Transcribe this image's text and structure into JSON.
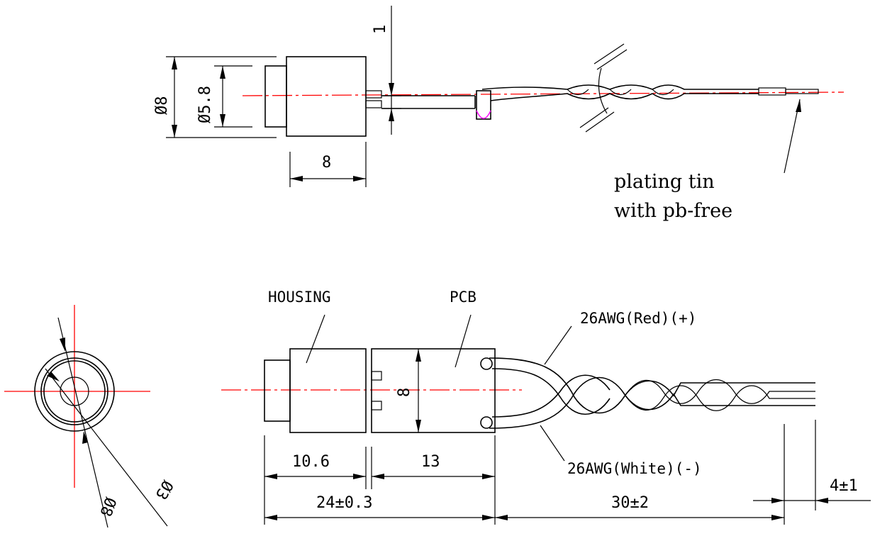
{
  "top_view": {
    "dim_outer_diameter": "Ø8",
    "dim_inner_diameter": "Ø5.8",
    "dim_housing_length": "8",
    "dim_pin_offset": "1",
    "note_line1": "plating tin",
    "note_line2": "with pb-free"
  },
  "end_view": {
    "dim_outer_diameter": "Ø8",
    "dim_hole_diameter": "Ø3"
  },
  "bottom_view": {
    "label_housing": "HOUSING",
    "label_pcb": "PCB",
    "label_red_wire": "26AWG(Red)(+)",
    "label_white_wire": "26AWG(White)(-)",
    "dim_height": "8",
    "dim_housing_length": "10.6",
    "dim_pcb_length": "13",
    "dim_body_length": "24±0.3",
    "dim_wire_length": "30±2",
    "dim_strip_length": "4±1"
  },
  "colors": {
    "line": "#000000",
    "centerline": "#ff0000",
    "accent": "#ff00ff"
  }
}
